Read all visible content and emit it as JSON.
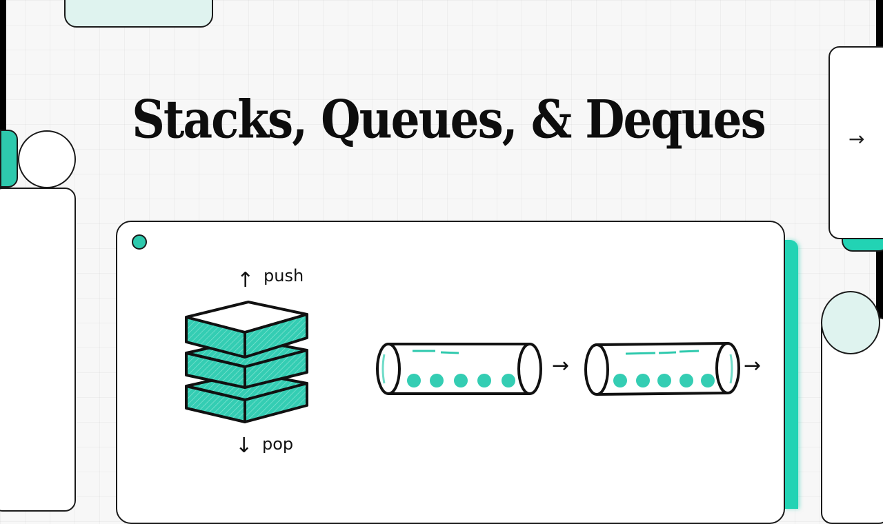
{
  "title": "Stacks, Queues, & Deques",
  "stack": {
    "push_label": "push",
    "pop_label": "pop",
    "push_icon": "arrow-up",
    "pop_icon": "arrow-down",
    "layers": 3
  },
  "queue": {
    "tubes": 2,
    "balls_per_tube": 5,
    "connector_icon": "arrow-right",
    "output_icon": "arrow-right"
  },
  "side_card": {
    "arrow_icon": "arrow-right",
    "arrow_glyph": "→"
  },
  "glyphs": {
    "up": "↑",
    "down": "↓",
    "right": "→"
  },
  "colors": {
    "teal": "#2ec9ad",
    "teal_bright": "#22d3b4",
    "mint": "#dff3ef",
    "ink": "#1a1a1a",
    "background": "#f7f7f7"
  }
}
